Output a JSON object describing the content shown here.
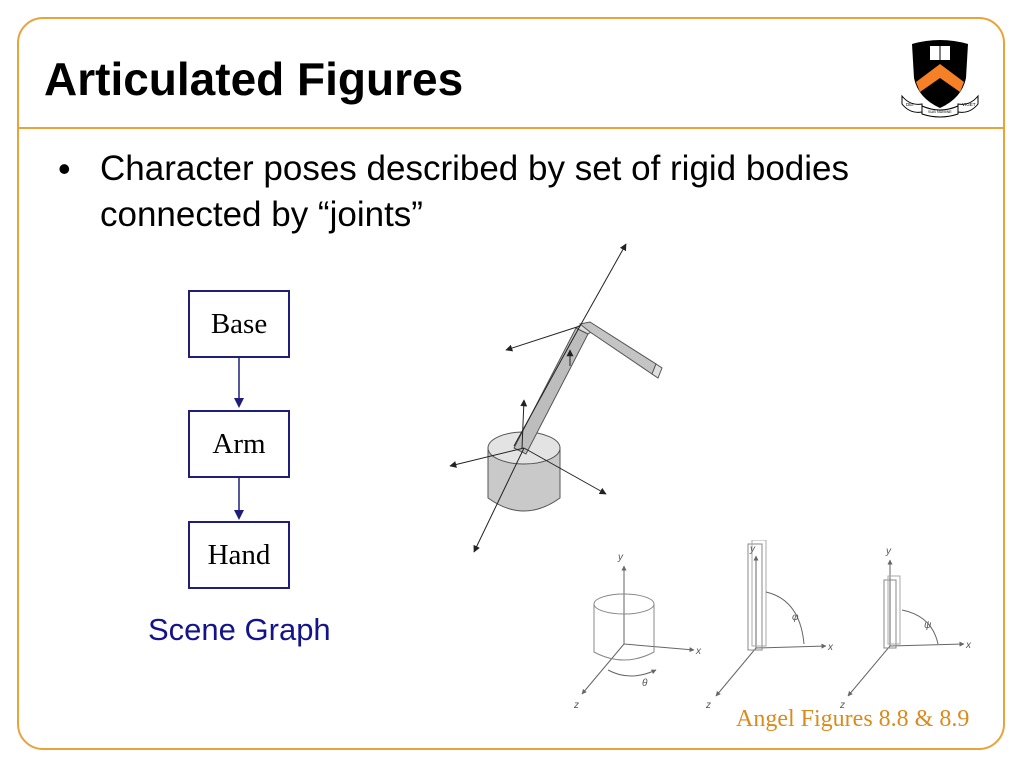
{
  "slide": {
    "title": "Articulated Figures",
    "bullet": "Character poses described by set of rigid bodies connected by “joints”",
    "credit": "Angel Figures 8.8 & 8.9"
  },
  "scene_graph": {
    "nodes": [
      "Base",
      "Arm",
      "Hand"
    ],
    "label": "Scene Graph"
  },
  "small_figures": {
    "axis_x": "x",
    "axis_y": "y",
    "axis_z": "z",
    "angles": [
      "θ",
      "φ",
      "ψ"
    ]
  },
  "crest": {
    "ribbon_left": "DEI",
    "ribbon_mid": "SUB NUMINE",
    "ribbon_right": "VIGET",
    "colors": {
      "shield": "#000000",
      "chevron": "#f58025"
    }
  },
  "colors": {
    "accent": "#e8a33b",
    "node_border": "#1f1f7a",
    "label_blue": "#14148a",
    "credit": "#d98b1c"
  }
}
